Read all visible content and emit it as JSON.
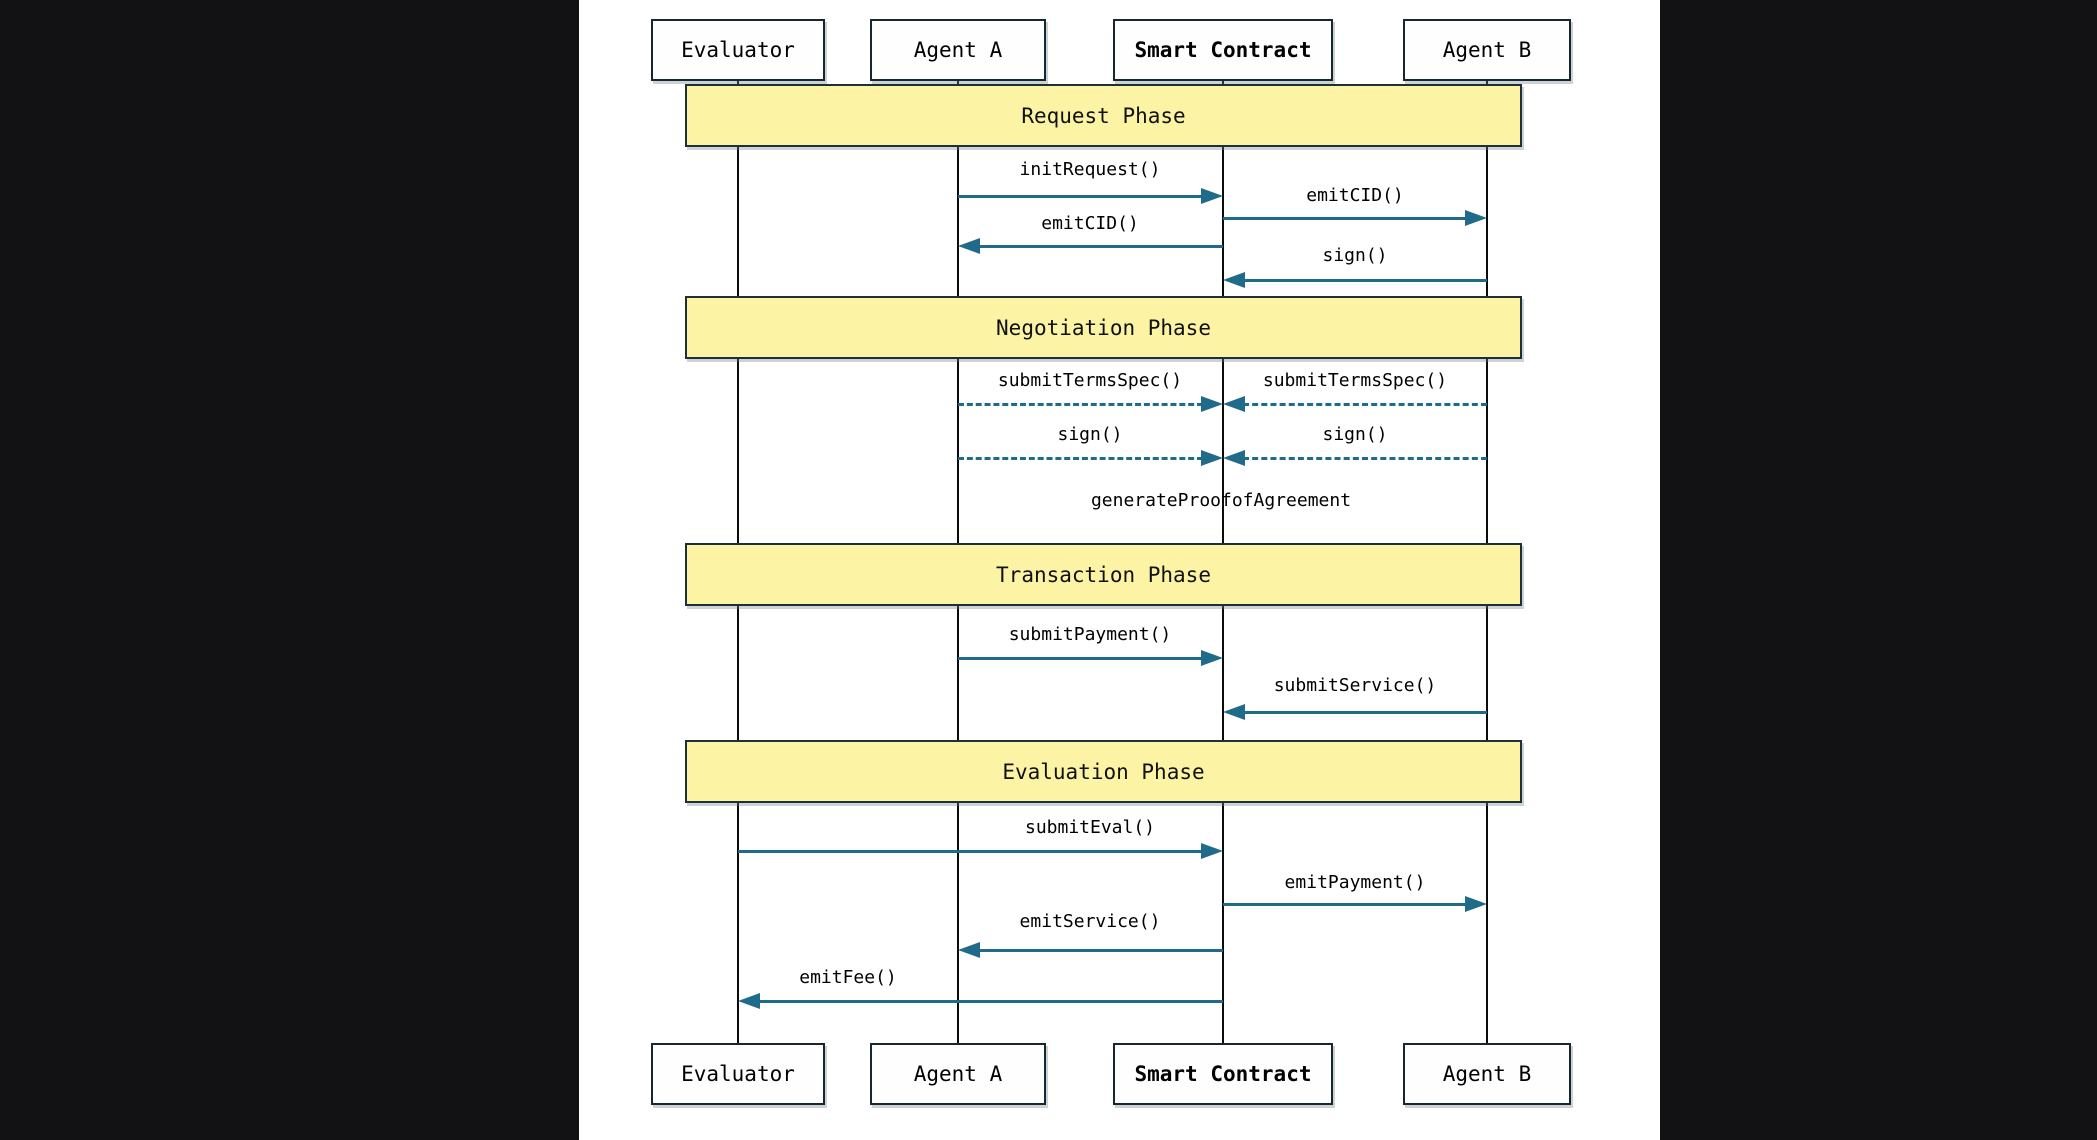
{
  "diagram": {
    "title": "Agent transaction sequence diagram",
    "participants": [
      {
        "id": "evaluator",
        "label": "Evaluator",
        "bold": false
      },
      {
        "id": "agent_a",
        "label": "Agent A",
        "bold": false
      },
      {
        "id": "smart_contract",
        "label": "Smart Contract",
        "bold": true
      },
      {
        "id": "agent_b",
        "label": "Agent B",
        "bold": false
      }
    ],
    "phases": [
      {
        "label": "Request Phase"
      },
      {
        "label": "Negotiation Phase"
      },
      {
        "label": "Transaction Phase"
      },
      {
        "label": "Evaluation Phase"
      }
    ],
    "messages": [
      {
        "phase": 0,
        "label": "initRequest()",
        "from": "agent_a",
        "to": "smart_contract",
        "line": "solid"
      },
      {
        "phase": 0,
        "label": "emitCID()",
        "from": "smart_contract",
        "to": "agent_b",
        "line": "solid"
      },
      {
        "phase": 0,
        "label": "emitCID()",
        "from": "smart_contract",
        "to": "agent_a",
        "line": "solid"
      },
      {
        "phase": 0,
        "label": "sign()",
        "from": "agent_b",
        "to": "smart_contract",
        "line": "solid"
      },
      {
        "phase": 1,
        "label": "submitTermsSpec()",
        "from": "agent_a",
        "to": "smart_contract",
        "line": "dashed"
      },
      {
        "phase": 1,
        "label": "submitTermsSpec()",
        "from": "agent_b",
        "to": "smart_contract",
        "line": "dashed"
      },
      {
        "phase": 1,
        "label": "sign()",
        "from": "agent_a",
        "to": "smart_contract",
        "line": "dashed"
      },
      {
        "phase": 1,
        "label": "sign()",
        "from": "agent_b",
        "to": "smart_contract",
        "line": "dashed"
      },
      {
        "phase": 1,
        "label": "generateProofofAgreement",
        "from": "smart_contract",
        "to": "smart_contract",
        "line": "none"
      },
      {
        "phase": 2,
        "label": "submitPayment()",
        "from": "agent_a",
        "to": "smart_contract",
        "line": "solid"
      },
      {
        "phase": 2,
        "label": "submitService()",
        "from": "agent_b",
        "to": "smart_contract",
        "line": "solid"
      },
      {
        "phase": 3,
        "label": "submitEval()",
        "from": "evaluator",
        "to": "smart_contract",
        "line": "solid"
      },
      {
        "phase": 3,
        "label": "emitPayment()",
        "from": "smart_contract",
        "to": "agent_b",
        "line": "solid"
      },
      {
        "phase": 3,
        "label": "emitService()",
        "from": "smart_contract",
        "to": "agent_a",
        "line": "solid"
      },
      {
        "phase": 3,
        "label": "emitFee()",
        "from": "smart_contract",
        "to": "evaluator",
        "line": "solid"
      }
    ],
    "colors": {
      "arrow": "#206b8a",
      "phase_fill": "#fcf3a5",
      "border": "#1d3038",
      "lifeline": "#0b0b0b",
      "canvas": "#ffffff",
      "letterbox": "#121215"
    }
  }
}
